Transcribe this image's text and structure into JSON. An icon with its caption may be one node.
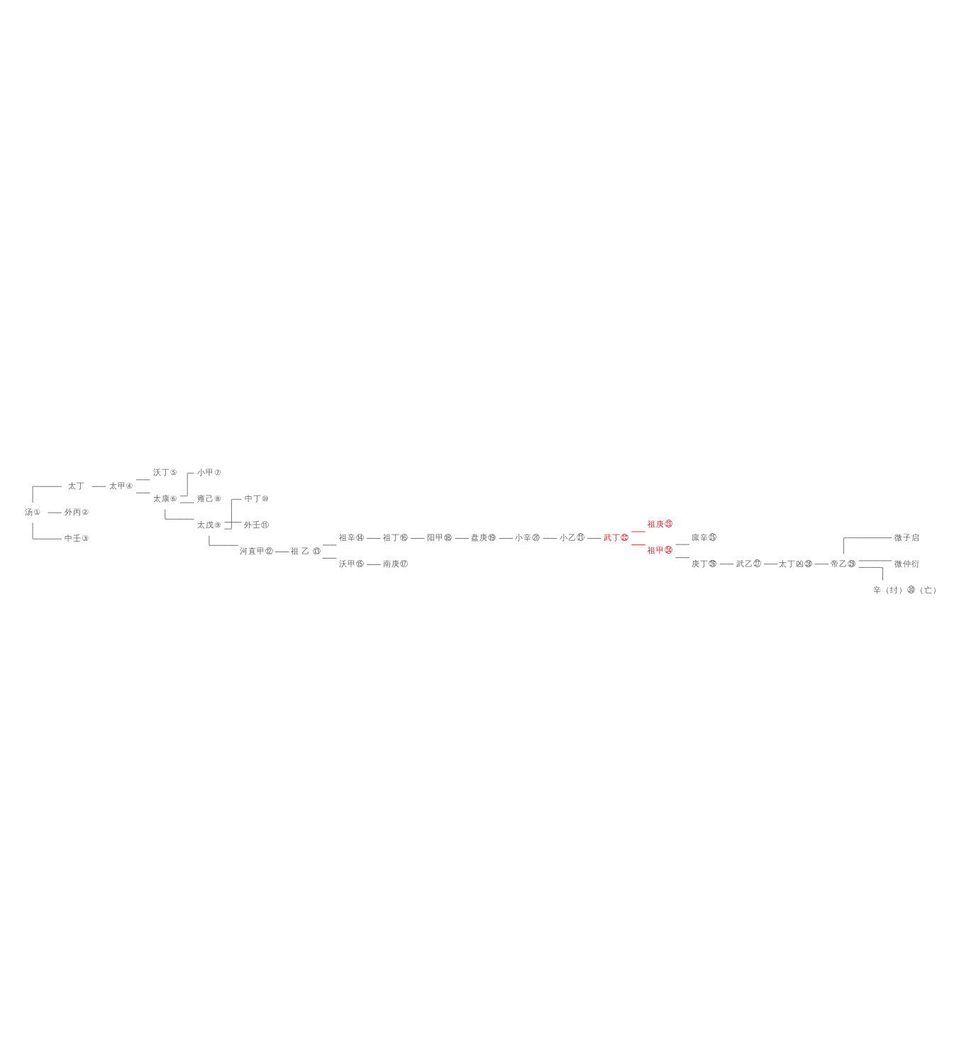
{
  "diagram": {
    "nodes": [
      {
        "text": [
          "汤①"
        ]
      },
      {
        "text": [
          "太丁"
        ]
      },
      {
        "text": [
          "太甲④"
        ]
      },
      {
        "text": [
          "外丙②"
        ]
      },
      {
        "text": [
          "中壬③"
        ]
      },
      {
        "text": [
          "沃丁⑤"
        ]
      },
      {
        "text": [
          "太康⑥"
        ]
      },
      {
        "text": [
          "小甲⑦"
        ]
      },
      {
        "text": [
          "雍己⑧"
        ]
      },
      {
        "text": [
          "太戊⑨"
        ]
      },
      {
        "text": [
          "中丁⑩"
        ]
      },
      {
        "text": [
          "外壬⑪"
        ]
      },
      {
        "text": [
          "河直甲⑫"
        ]
      },
      {
        "text": [
          "祖 乙 ⑬"
        ]
      },
      {
        "text": [
          "祖辛⑭"
        ]
      },
      {
        "text": [
          "祖丁⑯"
        ]
      },
      {
        "text": [
          "阳甲⑱"
        ]
      },
      {
        "text": [
          "盘庚⑲"
        ]
      },
      {
        "text": [
          "小辛⑳"
        ]
      },
      {
        "text": [
          "小乙㉑"
        ]
      },
      {
        "text": [
          "武丁㉒"
        ]
      },
      {
        "text": [
          "沃甲⑮"
        ]
      },
      {
        "text": [
          "南庚⑰"
        ]
      },
      {
        "text": [
          "祖庚㉓"
        ]
      },
      {
        "text": [
          "祖甲㉔"
        ]
      },
      {
        "text": [
          "廪辛㉕"
        ]
      },
      {
        "text": [
          "庚丁㉖"
        ]
      },
      {
        "text": [
          "武乙㉗"
        ]
      },
      {
        "text": [
          "太丁凶㉘"
        ]
      },
      {
        "text": [
          "帝乙㉙"
        ]
      },
      {
        "text": [
          "微子启"
        ]
      },
      {
        "text": [
          "微仲衍"
        ]
      },
      {
        "text": [
          "辛（纣）㉚（亡）"
        ]
      }
    ],
    "edges": [
      {
        "from": 0,
        "to": 1,
        "arrow": "none"
      },
      {
        "from": 0,
        "to": 3,
        "arrow": "none"
      },
      {
        "from": 0,
        "to": 4,
        "arrow": "none"
      },
      {
        "from": 1,
        "to": 2,
        "arrow": "none"
      },
      {
        "from": 2,
        "to": 5,
        "arrow": "none"
      },
      {
        "from": 2,
        "to": 6,
        "arrow": "none"
      },
      {
        "from": 6,
        "to": 7,
        "arrow": "none"
      },
      {
        "from": 6,
        "to": 8,
        "arrow": "none"
      },
      {
        "from": 6,
        "to": 9,
        "arrow": "none"
      },
      {
        "from": 9,
        "to": 10,
        "arrow": "none"
      },
      {
        "from": 9,
        "to": 11,
        "arrow": "none"
      },
      {
        "from": 9,
        "to": 12,
        "arrow": "none"
      },
      {
        "from": 12,
        "to": 13,
        "arrow": "none"
      },
      {
        "from": 13,
        "to": 14,
        "arrow": "none"
      },
      {
        "from": 13,
        "to": 21,
        "arrow": "none"
      },
      {
        "from": 14,
        "to": 15,
        "arrow": "none"
      },
      {
        "from": 15,
        "to": 16,
        "arrow": "none"
      },
      {
        "from": 16,
        "to": 17,
        "arrow": "none"
      },
      {
        "from": 17,
        "to": 18,
        "arrow": "none"
      },
      {
        "from": 18,
        "to": 19,
        "arrow": "none"
      },
      {
        "from": 19,
        "to": 20,
        "arrow": "none"
      },
      {
        "from": 21,
        "to": 22,
        "arrow": "none"
      },
      {
        "from": 20,
        "to": 23,
        "arrow": "none",
        "color": "#d9232e"
      },
      {
        "from": 20,
        "to": 24,
        "arrow": "none",
        "color": "#d9232e"
      },
      {
        "from": 24,
        "to": 25,
        "arrow": "none"
      },
      {
        "from": 24,
        "to": 26,
        "arrow": "none"
      },
      {
        "from": 26,
        "to": 27,
        "arrow": "none"
      },
      {
        "from": 27,
        "to": 28,
        "arrow": "none"
      },
      {
        "from": 28,
        "to": 29,
        "arrow": "none"
      },
      {
        "from": 29,
        "to": 30,
        "arrow": "none"
      },
      {
        "from": 29,
        "to": 31,
        "arrow": "none"
      },
      {
        "from": 29,
        "to": 32,
        "arrow": "none"
      }
    ]
  }
}
